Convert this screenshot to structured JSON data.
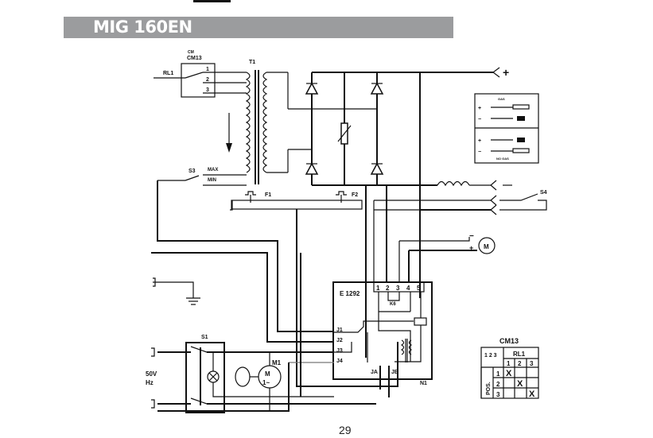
{
  "header": {
    "title": "MIG 160EN"
  },
  "footer": {
    "page_number": "29"
  },
  "schematic": {
    "labels": {
      "cm13_small": "CM",
      "cm13": "CM13",
      "rl1": "RL1",
      "pos1": "1",
      "pos2": "2",
      "pos3": "3",
      "t1": "T1",
      "s3": "S3",
      "max": "MAX",
      "min": "MIN",
      "f1": "F1",
      "f2": "F2",
      "plus": "+",
      "minus": "−",
      "s4": "S4",
      "motor_m": "M",
      "e1292": "E 1292",
      "term1": "1",
      "term2": "2",
      "term3": "3",
      "term4": "4",
      "term5": "5",
      "k6": "K6",
      "j1": "J1",
      "j2": "J2",
      "j3": "J3",
      "j4": "J4",
      "ja": "JA",
      "jb": "JB",
      "n1": "N1",
      "s1": "S1",
      "m1": "M1",
      "m1_motor": "M",
      "m1_phase": "1~",
      "voltage": "50V",
      "freq": "Hz"
    },
    "polarity_box": {
      "gas_label": "GAS",
      "no_gas_label": "NO GAS",
      "rows": [
        "+",
        "−",
        "+",
        "−"
      ]
    },
    "cm13_table": {
      "title": "CM13",
      "header": "RL1",
      "cols": [
        "1",
        "2",
        "3"
      ],
      "row_header": "POS.",
      "rows": [
        {
          "pos": "1",
          "cells": [
            "X",
            "",
            ""
          ]
        },
        {
          "pos": "2",
          "cells": [
            "",
            "X",
            ""
          ]
        },
        {
          "pos": "3",
          "cells": [
            "",
            "",
            "X"
          ]
        }
      ],
      "dial": "1 2 3"
    }
  }
}
